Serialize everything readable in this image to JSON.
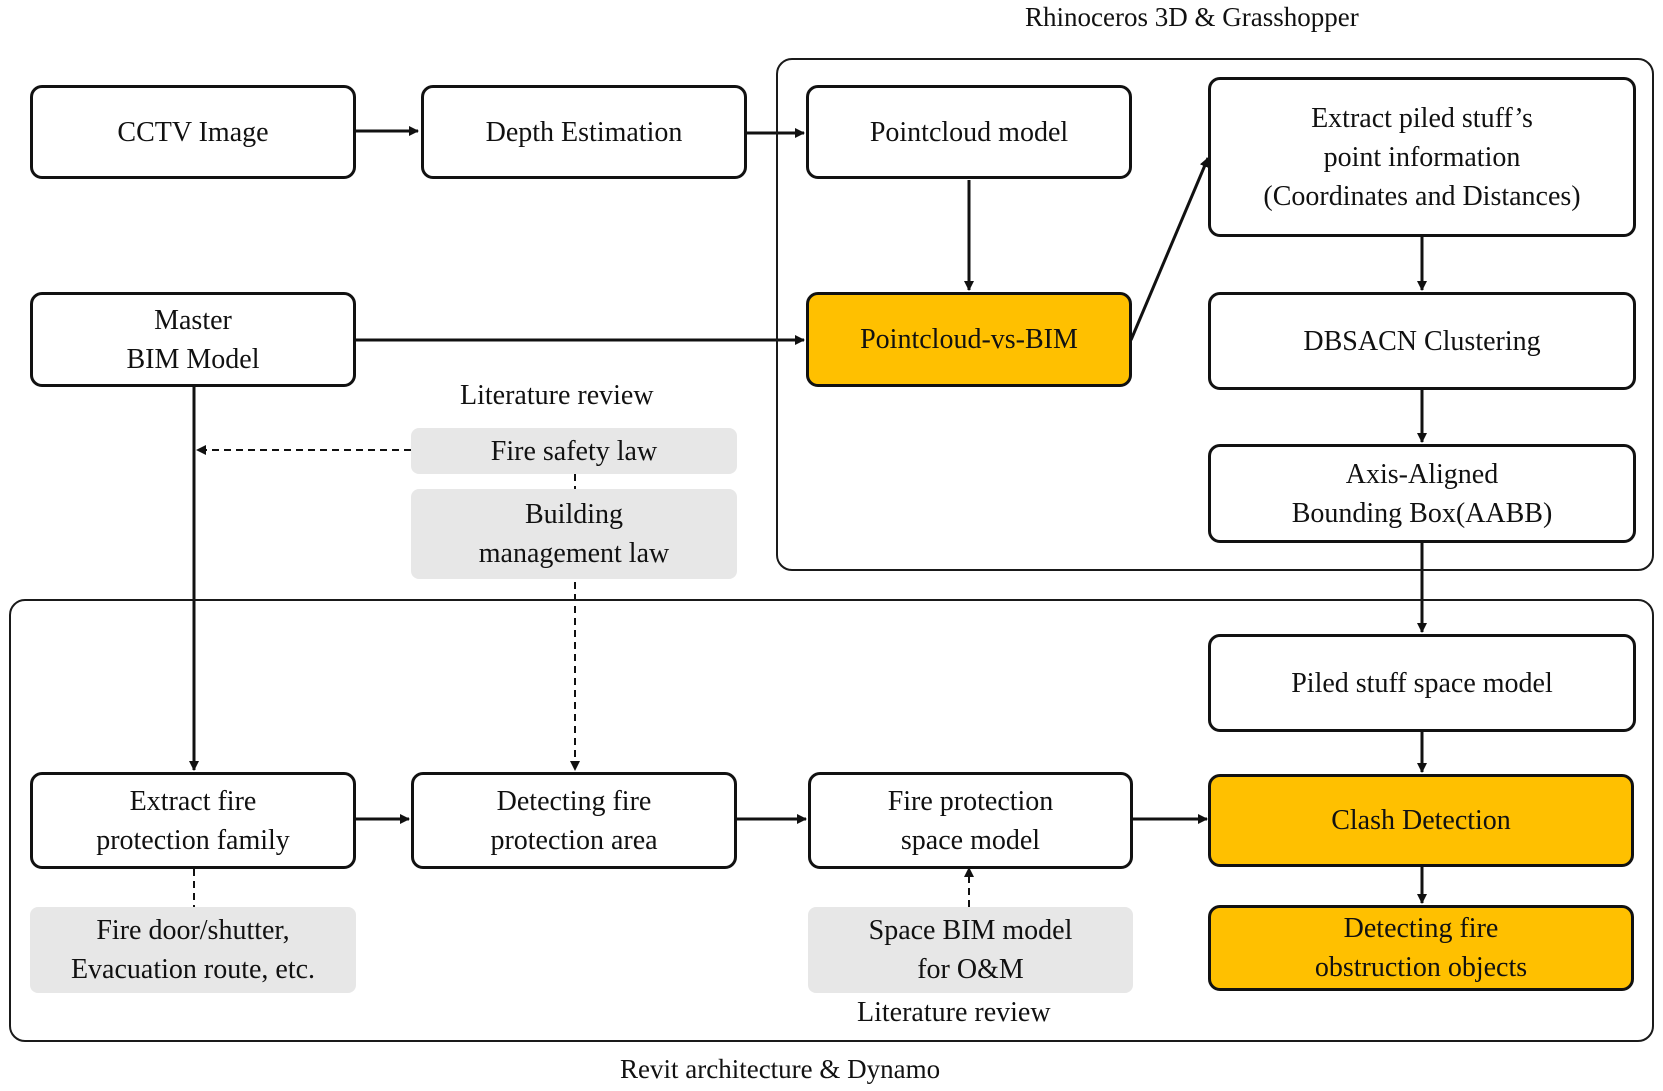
{
  "groups": {
    "rhino": "Rhinoceros 3D & Grasshopper",
    "revit": "Revit architecture & Dynamo"
  },
  "nodes": {
    "cctv": "CCTV Image",
    "depth": "Depth Estimation",
    "pointcloud": "Pointcloud model",
    "extract_points": "Extract piled stuff’s\npoint information\n(Coordinates and Distances)",
    "master_bim": "Master\nBIM Model",
    "pc_vs_bim": "Pointcloud-vs-BIM",
    "dbscan": "DBSACN Clustering",
    "aabb": "Axis-Aligned\nBounding Box(AABB)",
    "piled_space": "Piled stuff space model",
    "extract_family": "Extract fire\nprotection family",
    "detect_area": "Detecting fire\nprotection area",
    "fp_space": "Fire protection\nspace model",
    "clash": "Clash Detection",
    "obstruction": "Detecting fire\nobstruction objects"
  },
  "references": {
    "fire_safety": "Fire safety law",
    "building_mgmt": "Building\nmanagement law",
    "fire_door": "Fire door/shutter,\nEvacuation route, etc.",
    "space_bim": "Space BIM model\nfor O&M"
  },
  "captions": {
    "lit_review_top": "Literature review",
    "lit_review_bottom": "Literature review"
  },
  "colors": {
    "highlight": "#ffc000",
    "reference_fill": "#e7e7e7",
    "stroke": "#111111"
  }
}
